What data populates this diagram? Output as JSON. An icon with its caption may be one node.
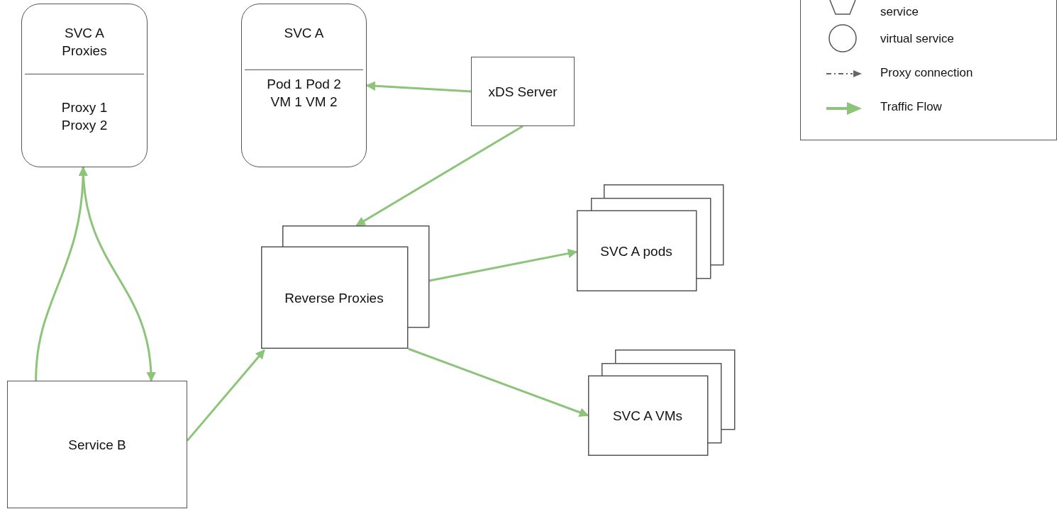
{
  "diagram": {
    "nodes": [
      {
        "text": [
          "SVC A Proxies",
          "Proxy 1 Proxy 2"
        ]
      },
      {
        "text": [
          "SVC A",
          "Pod 1 Pod 2 VM 1 VM 2"
        ]
      },
      {
        "text": [
          "xDS Server"
        ]
      },
      {
        "text": [
          "Reverse Proxies"
        ]
      },
      {
        "text": [
          "SVC A pods"
        ]
      },
      {
        "text": [
          "SVC A VMs"
        ]
      },
      {
        "text": [
          "Service B"
        ]
      }
    ],
    "edges": [
      {
        "from": 2,
        "to": 1,
        "arrow": "to"
      },
      {
        "from": 2,
        "to": 3,
        "arrow": "to"
      },
      {
        "from": 6,
        "to": 3,
        "arrow": "to"
      },
      {
        "from": 3,
        "to": 4,
        "arrow": "to"
      },
      {
        "from": 3,
        "to": 5,
        "arrow": "to"
      },
      {
        "from": 6,
        "to": 0,
        "arrow": "to"
      },
      {
        "from": 0,
        "to": 6,
        "arrow": "to"
      }
    ],
    "legend": [
      {
        "text": "service"
      },
      {
        "text": "virtual service"
      },
      {
        "text": "Proxy connection"
      },
      {
        "text": "Traffic Flow"
      }
    ]
  }
}
